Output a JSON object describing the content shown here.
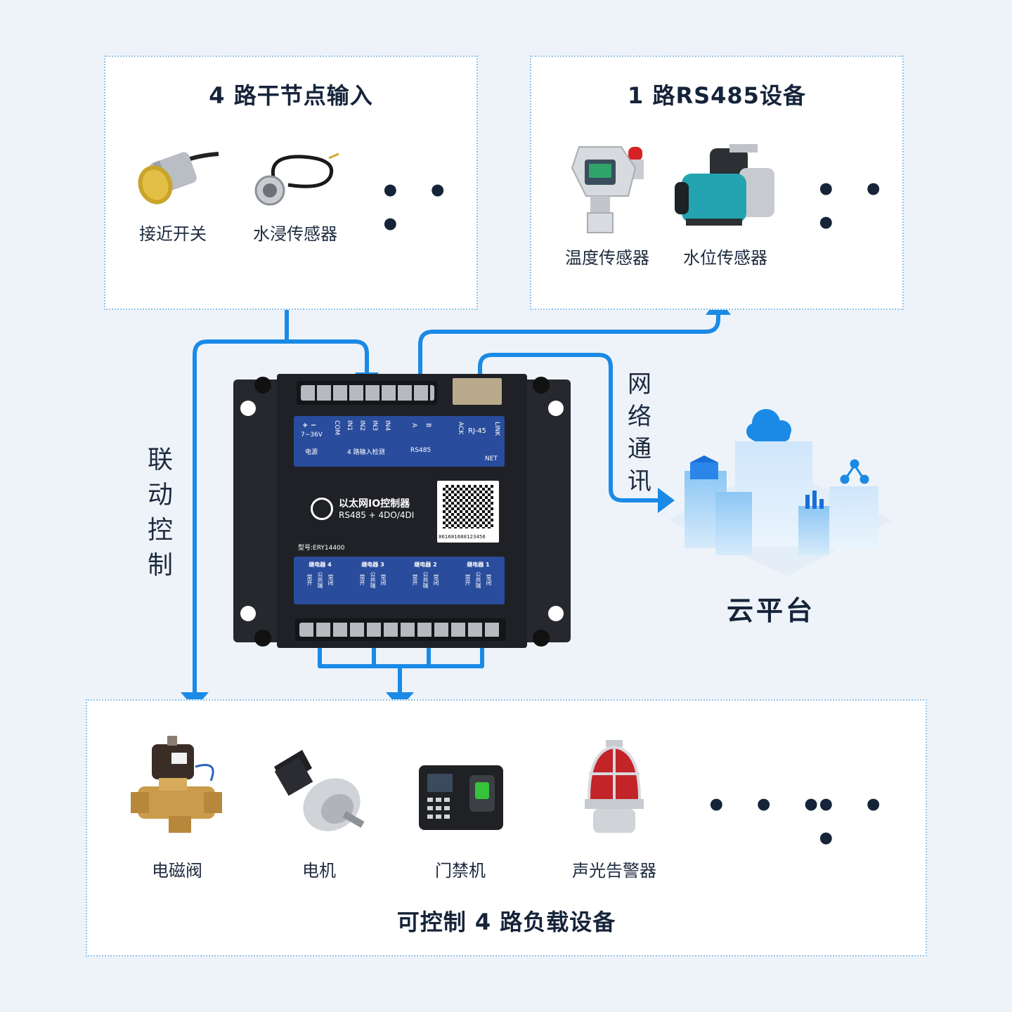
{
  "input_panel": {
    "title": "4 路干节点输入",
    "items": [
      {
        "label": "接近开关",
        "icon": "proximity-switch-icon"
      },
      {
        "label": "水浸传感器",
        "icon": "water-sensor-icon"
      }
    ],
    "more": "• • •"
  },
  "rs485_panel": {
    "title": "1 路RS485设备",
    "items": [
      {
        "label": "温度传感器",
        "icon": "gas-detector-icon"
      },
      {
        "label": "水位传感器",
        "icon": "water-pump-icon"
      }
    ],
    "more": "• • •"
  },
  "output_panel": {
    "title": "可控制 4 路负载设备",
    "items": [
      {
        "label": "电磁阀",
        "icon": "solenoid-valve-icon"
      },
      {
        "label": "电机",
        "icon": "motor-icon"
      },
      {
        "label": "门禁机",
        "icon": "access-control-icon"
      },
      {
        "label": "声光告警器",
        "icon": "alarm-light-icon"
      }
    ],
    "more_1": "• • •",
    "more_2": "• • •"
  },
  "link_label": [
    "联",
    "动",
    "控",
    "制"
  ],
  "network_label": [
    "网",
    "络",
    "通",
    "讯"
  ],
  "cloud": {
    "label": "云平台"
  },
  "device": {
    "name": "以太网IO控制器",
    "spec": "RS485 + 4DO/4DI",
    "model": "型号:ERY14400",
    "serial": "861681688123456",
    "top_labels": {
      "power": "电源",
      "voltage": "7~36V",
      "plus_minus": "+ −",
      "inputs": [
        "COM",
        "IN1",
        "IN2",
        "IN3",
        "IN4"
      ],
      "input_group": "4 路输入检测",
      "rs485_pins": [
        "A",
        "B"
      ],
      "rs485": "RS485",
      "ack": "ACK",
      "rj45": "RJ-45",
      "link": "LINK",
      "net": "NET"
    },
    "relays": [
      {
        "name": "继电器 4",
        "pins": [
          "常开",
          "公共端",
          "常闭"
        ]
      },
      {
        "name": "继电器 3",
        "pins": [
          "常开",
          "公共端",
          "常闭"
        ]
      },
      {
        "name": "继电器 2",
        "pins": [
          "常开",
          "公共端",
          "常闭"
        ]
      },
      {
        "name": "继电器 1",
        "pins": [
          "常开",
          "公共端",
          "常闭"
        ]
      }
    ]
  },
  "colors": {
    "arrow": "#1a8ae6",
    "device_body": "#1f2126",
    "device_label": "#2a4c9c"
  }
}
